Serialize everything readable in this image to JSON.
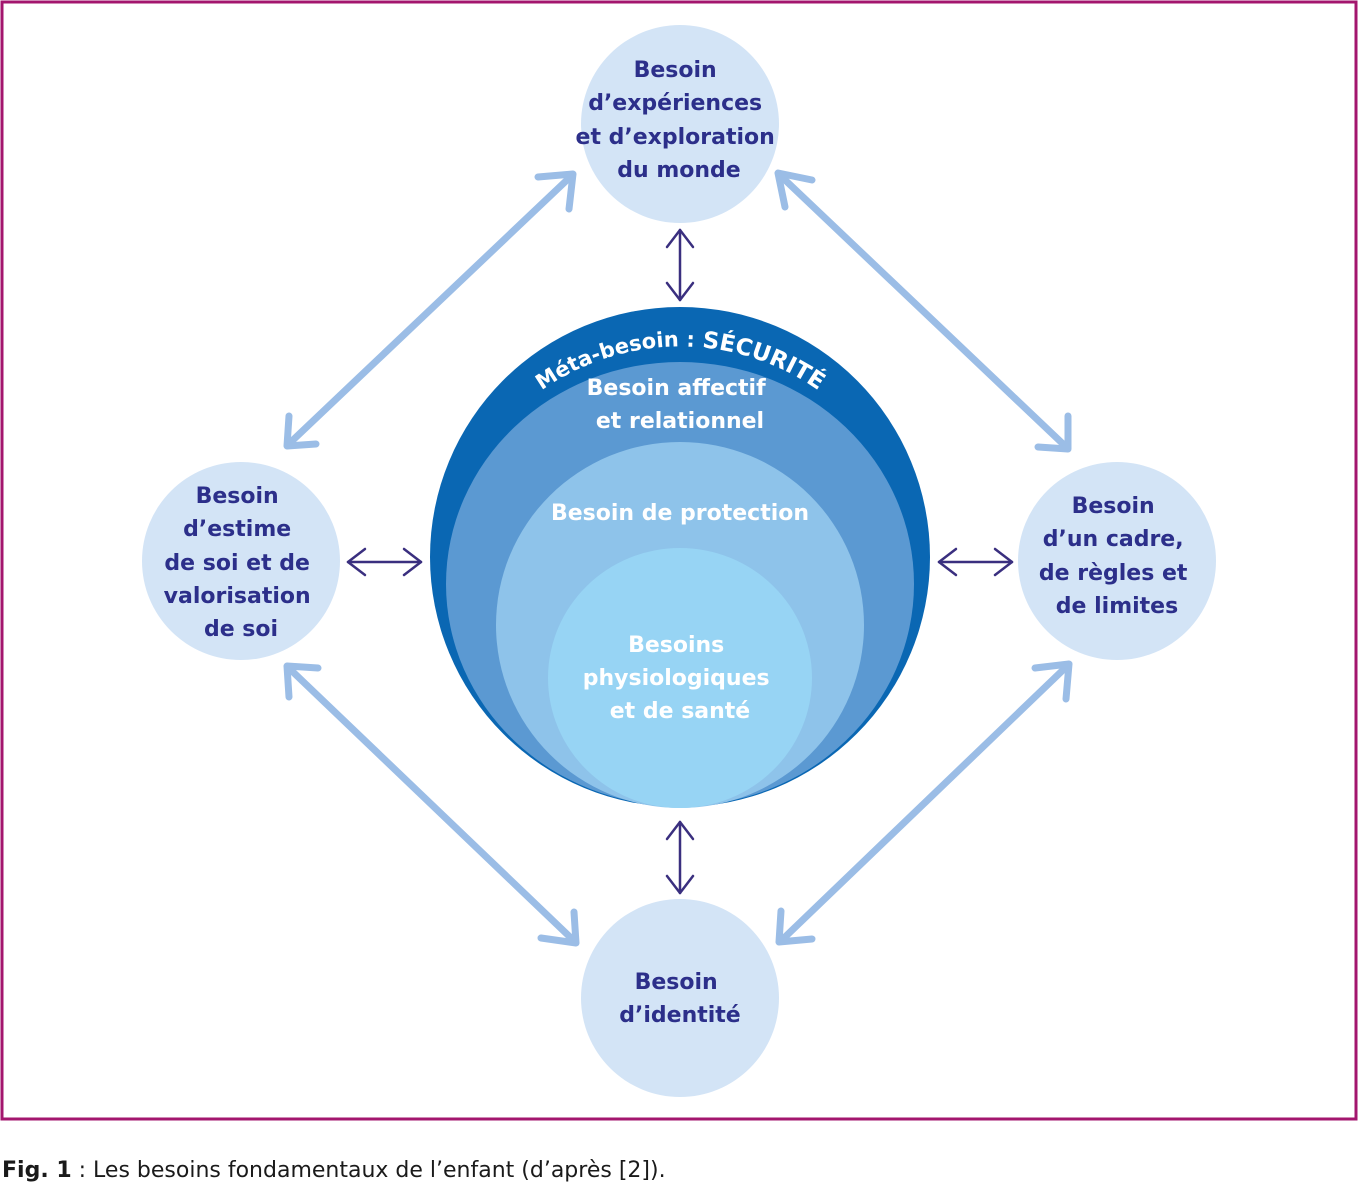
{
  "figure": {
    "meta_label": "Méta-besoin :",
    "meta_value": "SÉCURITÉ",
    "core_layers": [
      {
        "lines": [
          "Besoin affectif",
          "et relationnel"
        ]
      },
      {
        "lines": [
          "Besoin de protection"
        ]
      },
      {
        "lines": [
          "Besoins",
          "physiologiques",
          "et de santé"
        ]
      }
    ],
    "nodes": {
      "top": {
        "lines": [
          "Besoin",
          "d’expériences",
          "et d’exploration",
          "du monde"
        ]
      },
      "left": {
        "lines": [
          "Besoin",
          "d’estime",
          "de soi et de",
          "valorisation",
          "de soi"
        ]
      },
      "right": {
        "lines": [
          "Besoin",
          "d’un cadre,",
          "de règles et",
          "de limites"
        ]
      },
      "bottom": {
        "lines": [
          "Besoin",
          "d’identité"
        ]
      }
    },
    "colors": {
      "frame": "#a3166e",
      "node_fill": "#d3e4f6",
      "node_text": "#2c2f8a",
      "outer_ring": "#0a67b3",
      "layer_affectif": "#5b99d2",
      "layer_protection": "#8ec3ea",
      "layer_physio": "#97d4f4",
      "big_arrow": "#9bbde6",
      "small_arrow": "#3a2f7f"
    }
  },
  "caption": {
    "label": "Fig. 1",
    "text": " : Les besoins fondamentaux de l’enfant (d’après [2])."
  }
}
